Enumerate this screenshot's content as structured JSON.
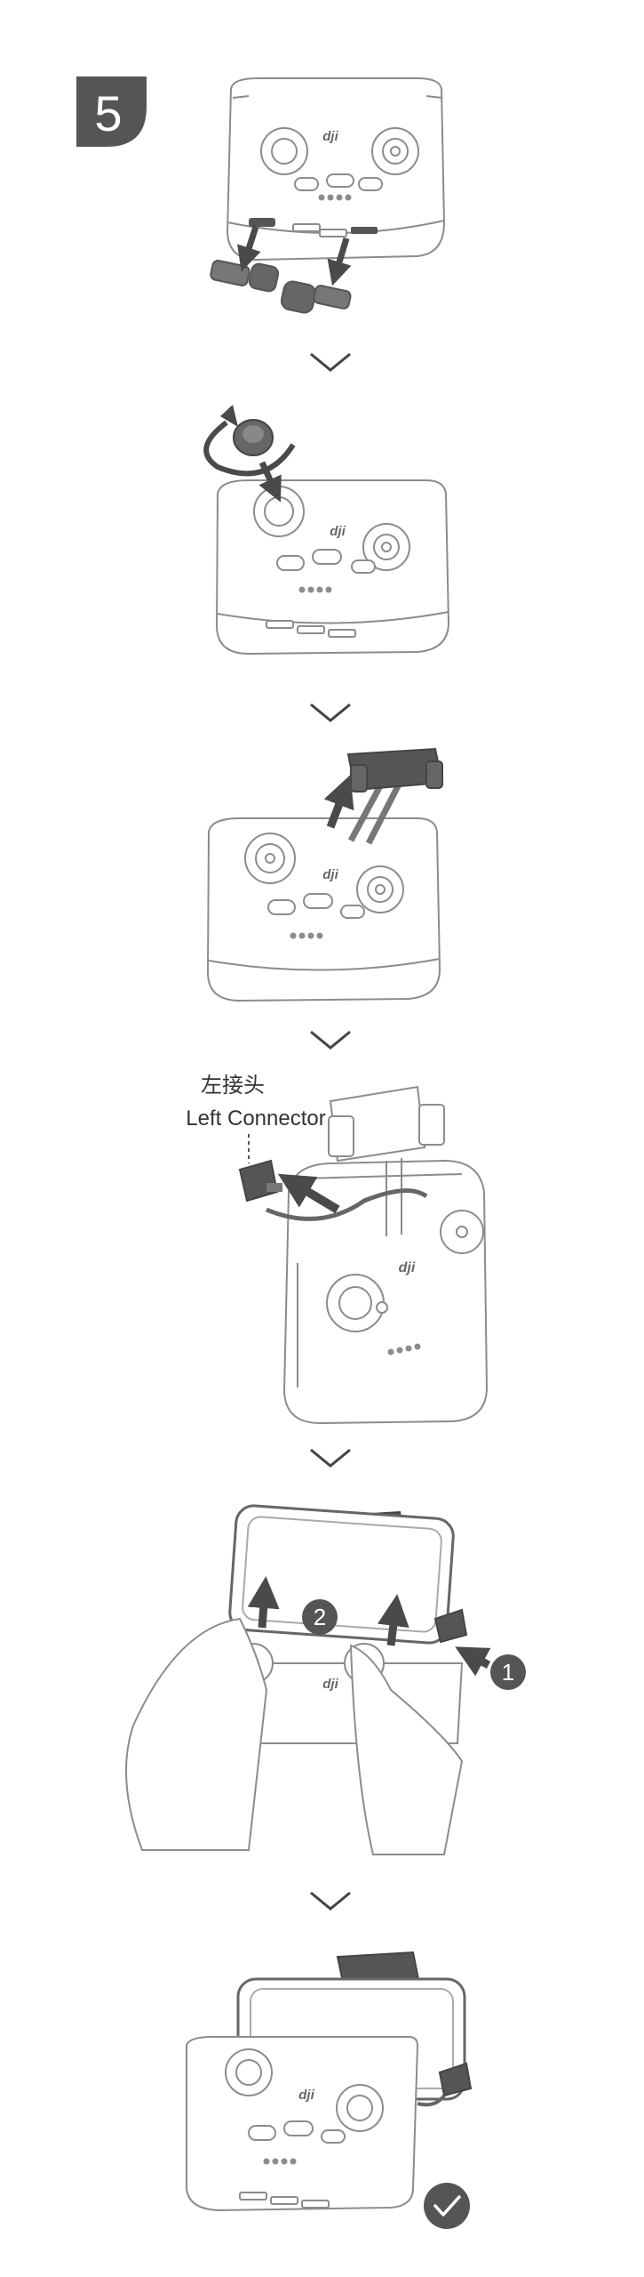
{
  "step": {
    "number": "5"
  },
  "labels": {
    "left_connector_zh": "左接头",
    "left_connector_en": "Left Connector",
    "callout_1": "1",
    "callout_2": "2"
  },
  "brand": {
    "logo_text": "dji"
  },
  "colors": {
    "outline": "#8c8c8c",
    "light_fill": "#ffffff",
    "dark_part": "#555555",
    "arrow": "#4a4a4a",
    "badge": "#555555",
    "chevron": "#444444"
  },
  "icons": {
    "chevron": "chevron-down-icon",
    "done": "check-circle-icon"
  }
}
